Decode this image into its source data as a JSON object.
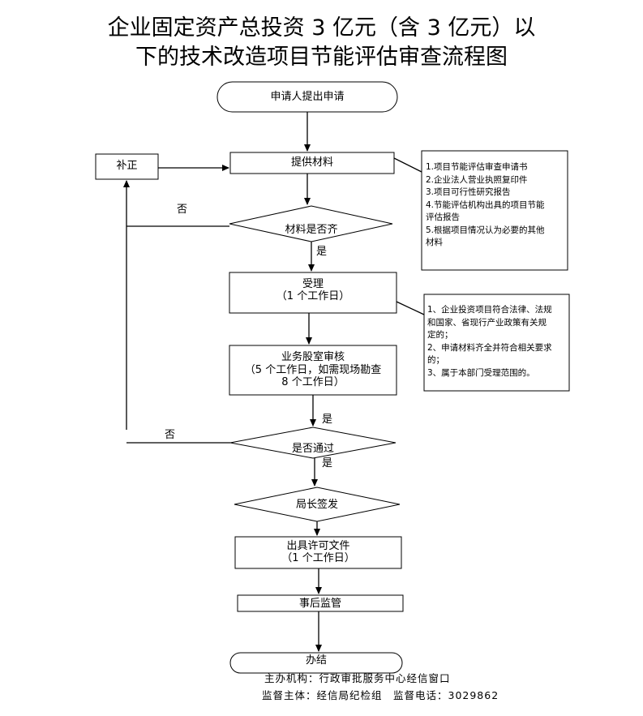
{
  "title": {
    "line1": "企业固定资产总投资 3 亿元（含 3 亿元）以",
    "line2": "下的技术改造项目节能评估审查流程图"
  },
  "nodes": {
    "start": "申请人提出申请",
    "provide": "提供材料",
    "correct": "补正",
    "check": "材料是否齐",
    "accept_l1": "受理",
    "accept_l2": "（1 个工作日）",
    "review_l1": "业务股室审核",
    "review_l2": "（5 个工作日，如需现场勘查",
    "review_l3": "8 个工作日）",
    "pass": "是否通过",
    "sign": "局长签发",
    "issue_l1": "出具许可文件",
    "issue_l2": "（1 个工作日）",
    "supervise": "事后监管",
    "end": "办结"
  },
  "branches": {
    "yes1": "是",
    "no1": "否",
    "yes2": "是",
    "yes3": "是",
    "no2": "否"
  },
  "notes": {
    "materials": [
      "1.项目节能评估审查申请书",
      "2.企业法人营业执照复印件",
      "3.项目可行性研究报告",
      "4.节能评估机构出具的项目节能",
      "评估报告",
      "5.根据项目情况认为必要的其他",
      "材料"
    ],
    "conditions": [
      "1、企业投资项目符合法律、法规",
      "和国家、省现行产业政策有关规",
      "定的；",
      "2、申请材料齐全并符合相关要求",
      "的；",
      "3、属于本部门受理范围的。"
    ]
  },
  "footer": {
    "line1": "主办机构：行政审批服务中心经信窗口",
    "line2": "监督主体：经信局纪检组　监督电话：3029862"
  }
}
